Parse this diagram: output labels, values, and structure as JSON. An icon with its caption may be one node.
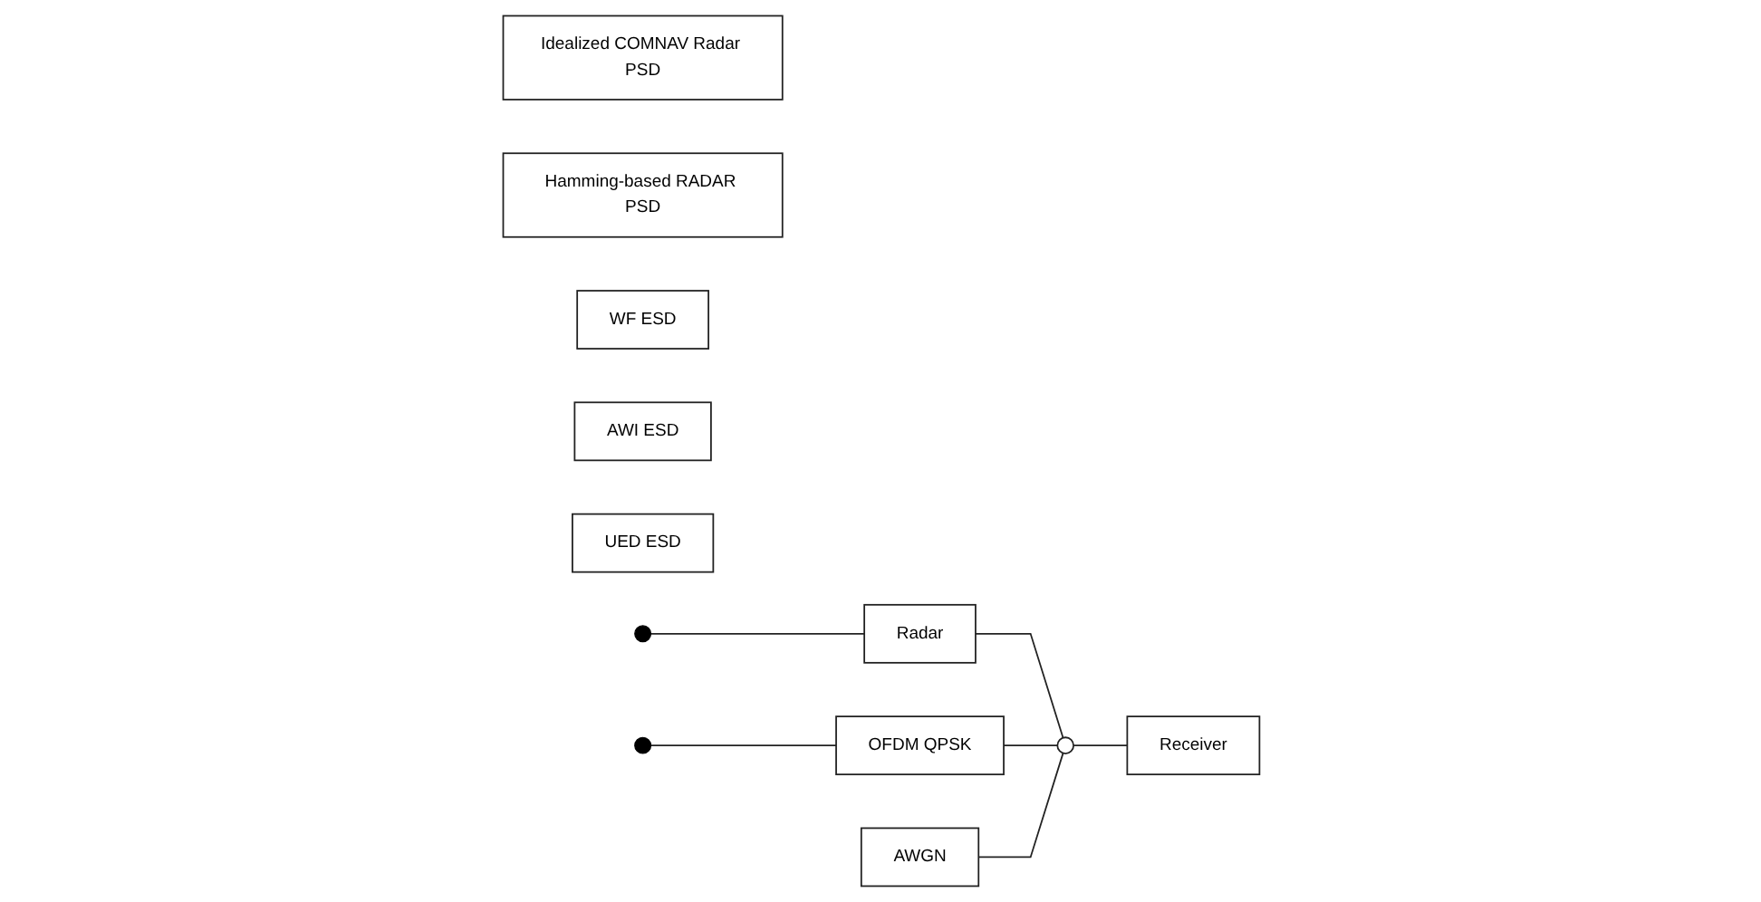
{
  "diagram": {
    "nodes": [
      {
        "text": [
          "Idealized COMNAV Radar PSD"
        ]
      },
      {
        "text": [
          "Hamming-based RADAR PSD"
        ]
      },
      {
        "text": [
          "Radar"
        ]
      },
      {
        "text": [
          "WF ESD"
        ]
      },
      {
        "text": [
          "OFDM QPSK"
        ]
      },
      {
        "text": [
          "AWI ESD"
        ]
      },
      {
        "text": [
          "AWGN"
        ]
      },
      {
        "text": [
          "UED ESD"
        ]
      },
      {
        "text": [],
        "shape": "circle"
      },
      {
        "text": [
          "Receiver"
        ]
      }
    ],
    "edges": [
      {
        "from": null,
        "to": 2,
        "arrow": "none"
      },
      {
        "from": null,
        "to": 4,
        "arrow": "none"
      },
      {
        "from": 2,
        "to": 8,
        "arrow": "none"
      },
      {
        "from": 4,
        "to": 8,
        "arrow": "none"
      },
      {
        "from": 6,
        "to": 8,
        "arrow": "none"
      },
      {
        "from": 8,
        "to": 9,
        "arrow": "none"
      }
    ]
  }
}
